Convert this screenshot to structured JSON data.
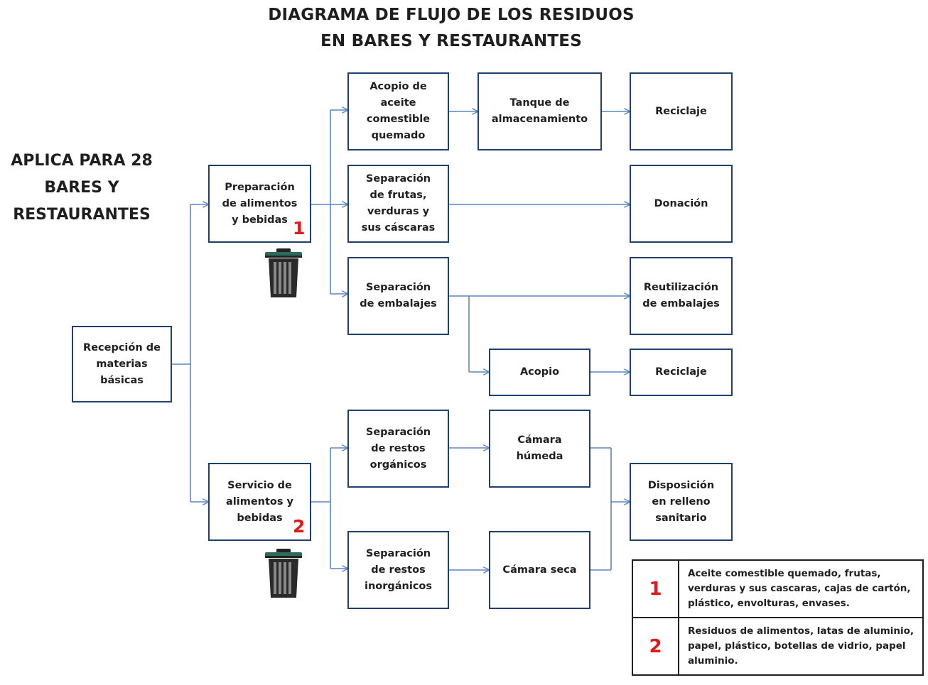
{
  "title": {
    "line1": "DIAGRAMA DE FLUJO DE LOS RESIDUOS",
    "line2": "EN BARES Y RESTAURANTES"
  },
  "scope": {
    "line1": "APLICA PARA 28",
    "line2": "BARES Y",
    "line3": "RESTAURANTES"
  },
  "nodes": {
    "recepcion": "Recepción de\nmaterias\nbásicas",
    "preparacion": "Preparación\nde alimentos\ny bebidas",
    "servicio": "Servicio de\nalimentos y\nbebidas",
    "acopio_aceite": "Acopio de\naceite\ncomestible\nquemado",
    "separacion_frutas": "Separación\nde frutas,\nverduras y\nsus cáscaras",
    "separacion_embalajes": "Separación\nde embalajes",
    "separacion_organicos": "Separación\nde restos\norgánicos",
    "separacion_inorganicos": "Separación\nde restos\ninorgánicos",
    "tanque": "Tanque de\nalmacenamiento",
    "acopio": "Acopio",
    "camara_humeda": "Cámara\nhúmeda",
    "camara_seca": "Cámara seca",
    "reciclaje_1": "Reciclaje",
    "donacion": "Donación",
    "reutilizacion": "Reutilización\nde embalajes",
    "reciclaje_2": "Reciclaje",
    "disposicion": "Disposición\nen relleno\nsanitario"
  },
  "markers": {
    "preparacion": "1",
    "servicio": "2"
  },
  "icons": {
    "waste_bin": "trash-can-icon"
  },
  "legend": [
    {
      "number": "1",
      "text": "Aceite comestible quemado, frutas, verduras y sus cascaras,  cajas de cartón, plástico, envolturas, envases."
    },
    {
      "number": "2",
      "text": "Residuos de alimentos, latas de aluminio, papel, plástico, botellas de vidrio, papel aluminio."
    }
  ],
  "colors": {
    "box_border": "#1f3f6e",
    "connector": "#5b87c5",
    "marker": "#e01a1a"
  }
}
